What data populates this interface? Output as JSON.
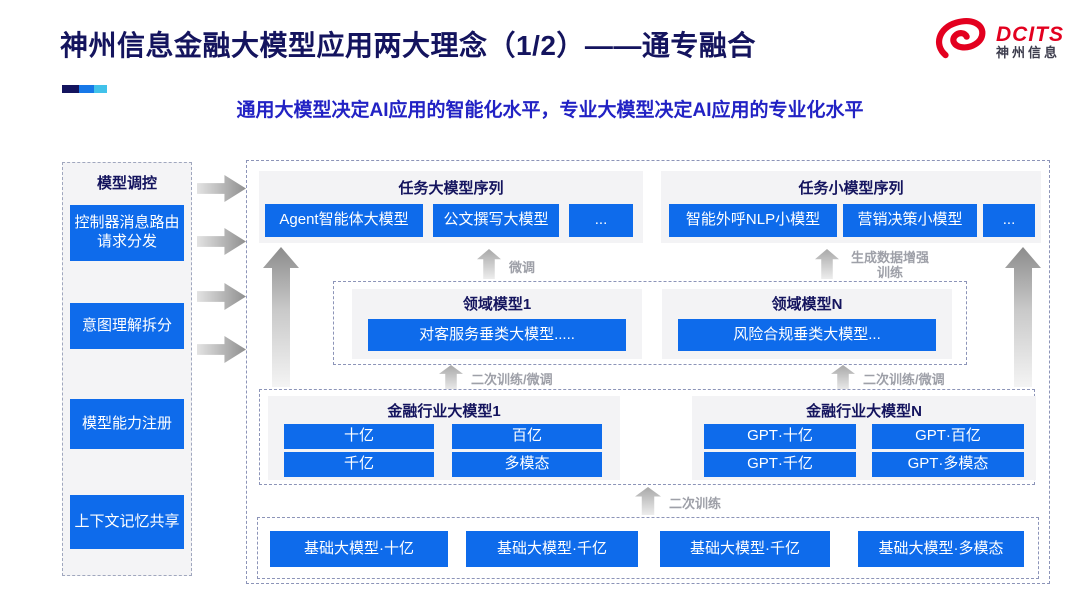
{
  "slide": {
    "title": "神州信息金融大模型应用两大理念（1/2）——通专融合",
    "subtitle": "通用大模型决定AI应用的智能化水平，专业大模型决定AI应用的专业化水平"
  },
  "logo": {
    "brand": "DCITS",
    "brand_cn": "神州信息",
    "color": "#E3001F"
  },
  "sidebar": {
    "title": "模型调控",
    "items": [
      "控制器消息路由请求分发",
      "意图理解拆分",
      "模型能力注册",
      "上下文记忆共享"
    ]
  },
  "task_large": {
    "title": "任务大模型序列",
    "boxes": [
      "Agent智能体大模型",
      "公文撰写大模型",
      "..."
    ]
  },
  "task_small": {
    "title": "任务小模型序列",
    "boxes": [
      "智能外呼NLP小模型",
      "营销决策小模型",
      "..."
    ]
  },
  "domain_models": [
    {
      "title": "领域模型1",
      "box": "对客服务垂类大模型....."
    },
    {
      "title": "领域模型N",
      "box": "风险合规垂类大模型..."
    }
  ],
  "industry_models": [
    {
      "title": "金融行业大模型1",
      "boxes": [
        "十亿",
        "百亿",
        "千亿",
        "多模态"
      ]
    },
    {
      "title": "金融行业大模型N",
      "boxes": [
        "GPT·十亿",
        "GPT·百亿",
        "GPT·千亿",
        "GPT·多模态"
      ]
    }
  ],
  "base_models": [
    "基础大模型·十亿",
    "基础大模型·千亿",
    "基础大模型·千亿",
    "基础大模型·多模态"
  ],
  "arrow_labels": {
    "fine_tune": "微调",
    "gen_data_train": "生成数据增强训练",
    "retrain_finetune_left": "二次训练/微调",
    "retrain_finetune_right": "二次训练/微调",
    "retrain": "二次训练"
  },
  "colors": {
    "title_navy": "#14145E",
    "subtitle_blue": "#2222C4",
    "box_blue": "#0E6BEB",
    "panel_gray": "#F3F3F5",
    "dashed_border": "#8C94B8",
    "accent_bar": [
      "#14145E",
      "#1778E8",
      "#41C2EA"
    ],
    "logo_red": "#E3001F"
  }
}
